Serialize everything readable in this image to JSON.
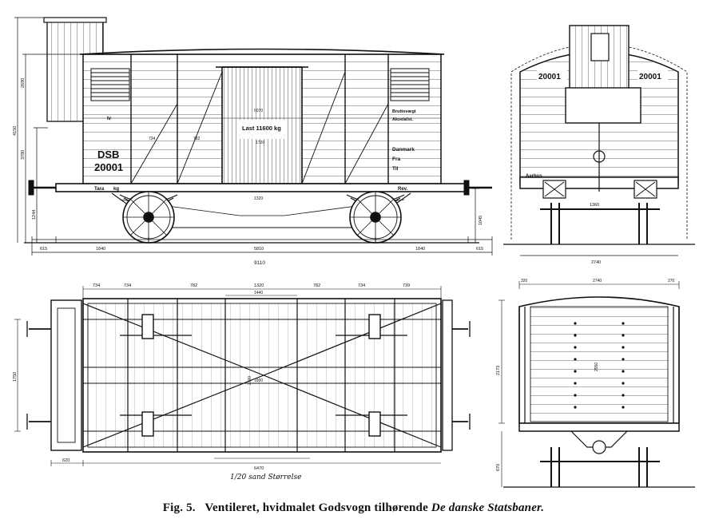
{
  "caption": {
    "fig": "Fig. 5.",
    "text": "Ventileret, hvidmalet Godsvogn tilhørende",
    "owner": "De danske Statsbaner."
  },
  "side_view": {
    "brand": "DSB",
    "number": "20001",
    "capacity": "Last 11600 kg",
    "inscriptions": [
      "Bruttovægt",
      "Akselafst.",
      "Danmark",
      "Fra",
      "Til"
    ],
    "tara": "Tara",
    "tara_unit": "kg",
    "rev": "Rev.",
    "iv": "Iv",
    "dims": {
      "total_length": "9110",
      "buffer_left": "615",
      "wheel_left": "1840",
      "wheelbase": "5810",
      "wheel_right": "1840",
      "buffer_right": "615",
      "height_total": "4150",
      "height_body": "3780",
      "height_roof": "2690",
      "height_frame": "1244",
      "height_buffer": "1045",
      "door_height": "1720",
      "door_width": "6070",
      "panel_a": "734",
      "panel_b": "782",
      "panel_c": "1320"
    }
  },
  "end_view": {
    "numbers": [
      "20001",
      "20001"
    ],
    "label": "Aarhus",
    "dims": {
      "width": "2740",
      "bottom": "1360"
    }
  },
  "plan_view": {
    "scale_note": "1/20 sand Størrelse",
    "dims": {
      "top": [
        "734",
        "734",
        "782",
        "1320",
        "782",
        "734",
        "739"
      ],
      "inner": "1440",
      "length": "6470",
      "overhang": "620",
      "width": "1750",
      "centre": "2700",
      "crossbar": "1600"
    }
  },
  "section_view": {
    "dims": {
      "top": [
        "320",
        "2740",
        "270"
      ],
      "height": "2173",
      "inner": "2550",
      "base": "670"
    }
  }
}
